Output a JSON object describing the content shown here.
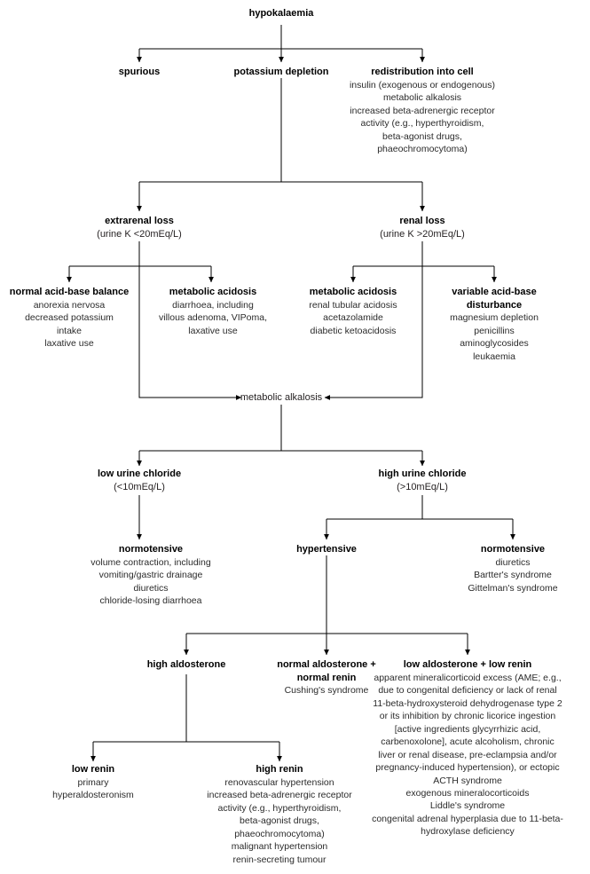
{
  "title": "hypokalaemia",
  "diagram": {
    "type": "flowchart",
    "root": {
      "label": "hypokalaemia"
    },
    "nodes": [
      {
        "id": "hypokalaemia",
        "label": "hypokalaemia",
        "details": []
      },
      {
        "id": "spurious",
        "label": "spurious",
        "details": []
      },
      {
        "id": "potassium-depletion",
        "label": "potassium  depletion",
        "details": []
      },
      {
        "id": "redistribution-into-cell",
        "label": "redistribution into cell",
        "details": [
          "insulin (exogenous or endogenous)",
          "metabolic alkalosis",
          "increased beta-adrenergic receptor",
          "activity (e.g., hyperthyroidism,",
          "beta-agonist drugs,",
          "phaeochromocytoma)"
        ]
      },
      {
        "id": "extrarenal-loss",
        "label": "extrarenal loss",
        "sublabel": "(urine K <20mEq/L)",
        "details": []
      },
      {
        "id": "renal-loss",
        "label": "renal loss",
        "sublabel": "(urine K >20mEq/L)",
        "details": []
      },
      {
        "id": "normal-acid-base-balance",
        "label": "normal acid-base balance",
        "details": [
          "anorexia nervosa",
          "decreased potassium",
          "intake",
          "laxative use"
        ]
      },
      {
        "id": "metabolic-acidosis-extrarenal",
        "label": "metabolic acidosis",
        "details": [
          "diarrhoea, including",
          "villous adenoma, VIPoma,",
          "laxative use"
        ]
      },
      {
        "id": "metabolic-acidosis-renal",
        "label": "metabolic acidosis",
        "details": [
          "renal tubular acidosis",
          "acetazolamide",
          "diabetic ketoacidosis"
        ]
      },
      {
        "id": "variable-acid-base-disturbance",
        "label": "variable acid-base disturbance",
        "details": [
          "magnesium depletion",
          "penicillins",
          "aminoglycosides",
          "leukaemia"
        ]
      },
      {
        "id": "metabolic-alkalosis",
        "label": "metabolic alkalosis",
        "details": []
      },
      {
        "id": "low-urine-chloride",
        "label": "low urine chloride",
        "sublabel": "(<10mEq/L)",
        "details": []
      },
      {
        "id": "high-urine-chloride",
        "label": "high urine chloride",
        "sublabel": "(>10mEq/L)",
        "details": []
      },
      {
        "id": "normotensive-low-chloride",
        "label": "normotensive",
        "details": [
          "volume contraction, including",
          "vomiting/gastric drainage",
          "diuretics",
          "chloride-losing diarrhoea"
        ]
      },
      {
        "id": "hypertensive",
        "label": "hypertensive",
        "details": []
      },
      {
        "id": "normotensive-high-chloride",
        "label": "normotensive",
        "details": [
          "diuretics",
          "Bartter's syndrome",
          "Gittelman's syndrome"
        ]
      },
      {
        "id": "high-aldosterone",
        "label": "high aldosterone",
        "details": []
      },
      {
        "id": "normal-aldosterone-normal-renin",
        "label": "normal aldosterone  + normal renin",
        "details": [
          "Cushing's syndrome"
        ]
      },
      {
        "id": "low-aldosterone-low-renin",
        "label": "low aldosterone + low renin",
        "details": [
          "apparent mineralicorticoid excess (AME;  e.g., due to congenital deficiency or lack of renal 11-beta-hydroxysteroid dehydrogenase type 2 or its inhibition by chronic licorice ingestion [active ingredients glycyrrhizic acid, carbenoxolone], acute alcoholism, chronic liver or renal disease, pre-eclampsia and/or pregnancy-induced hypertension), or ectopic ACTH syndrome",
          "exogenous mineralocorticoids",
          "Liddle's syndrome",
          "congenital adrenal hyperplasia due to 11-beta-hydroxylase deficiency"
        ]
      },
      {
        "id": "low-renin",
        "label": "low renin",
        "details": [
          "primary",
          "hyperaldosteronism"
        ]
      },
      {
        "id": "high-renin",
        "label": "high renin",
        "details": [
          "renovascular hypertension",
          "increased beta-adrenergic receptor",
          "activity (e.g., hyperthyroidism,",
          "beta-agonist drugs,",
          "phaeochromocytoma)",
          "malignant hypertension",
          "renin-secreting tumour"
        ]
      }
    ]
  },
  "colors": {
    "line": "#000000",
    "heading_text": "#000000",
    "detail_text": "#2b2b2b",
    "background": "#ffffff"
  }
}
